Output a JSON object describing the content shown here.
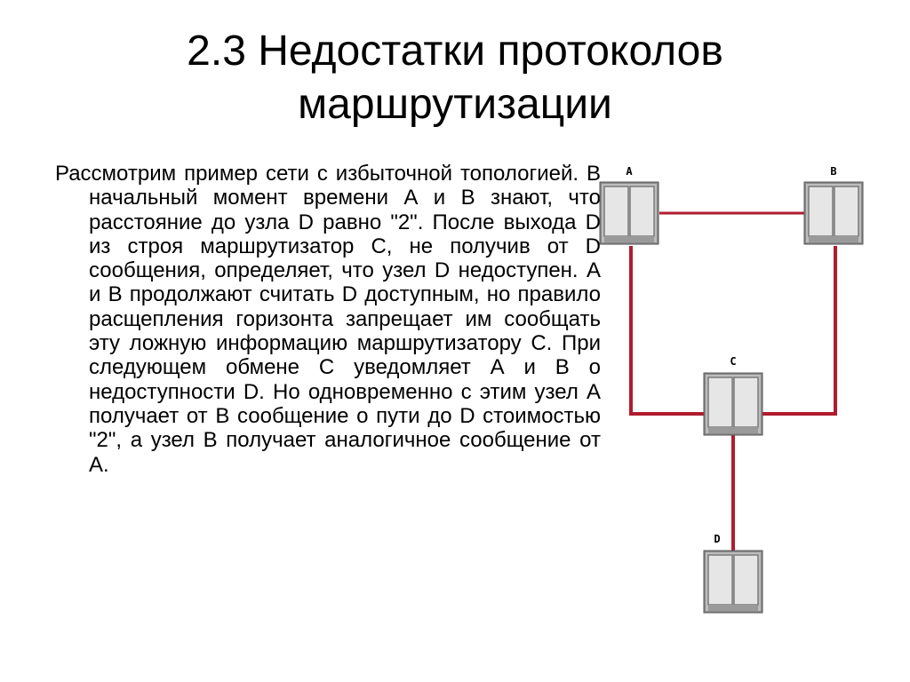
{
  "slide": {
    "title_line1": "2.3 Недостатки протоколов",
    "title_line2": "маршрутизации",
    "body": "Рассмотрим пример сети с избыточной топологией. В начальный момент времени А и В знают, что расстояние до узла D равно \"2\". После выхода D из строя маршрутизатор С, не получив от D сообщения, определяет, что узел D недоступен. А и В продолжают считать D доступным, но правило расщепления горизонта запрещает им сообщать эту ложную информацию маршрутизатору С. При следующем обмене С уведомляет А и В о недоступности D. Но одновременно с этим узел А получает от В сообщение о пути до D стоимостью \"2\", а узел В получает аналогичное сообщение от А."
  },
  "diagram": {
    "link_color": "#b01c2e",
    "nodes": {
      "a": {
        "label": "A"
      },
      "b": {
        "label": "B"
      },
      "c": {
        "label": "C"
      },
      "d": {
        "label": "D"
      }
    }
  }
}
